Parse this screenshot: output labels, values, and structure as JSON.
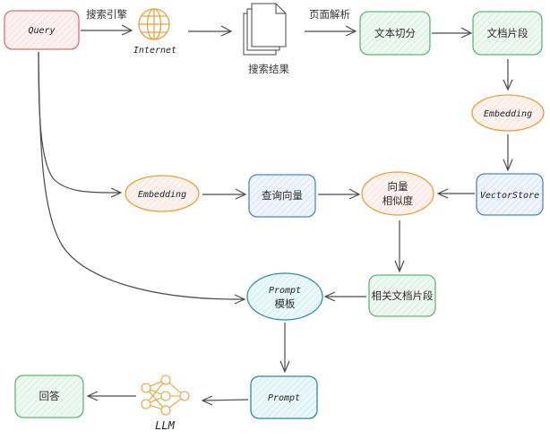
{
  "colors": {
    "query_stroke": "#e06c6c",
    "query_fill": "#fdecec",
    "green_stroke": "#5fb872",
    "green_fill": "#eaf8ec",
    "orange_stroke": "#e8a23a",
    "orange_fill": "#fdf0ea",
    "blue_stroke": "#4f86c6",
    "blue_fill": "#e7f1fb",
    "teal_stroke": "#2e8c9a",
    "teal_fill": "#e3f5f7",
    "icon_orange": "#e8a23a",
    "edge": "#4a4a4a"
  },
  "nodes": {
    "query": "Query",
    "internet": "Internet",
    "search_results": "搜索结果",
    "text_split": "文本切分",
    "doc_chunks": "文档片段",
    "embedding_store": "Embedding",
    "vector_store": "VectorStore",
    "similarity_line1": "向量",
    "similarity_line2": "相似度",
    "query_vector": "查询向量",
    "embedding_query": "Embedding",
    "related_chunks": "相关文档片段",
    "prompt_template_line1": "Prompt",
    "prompt_template_line2": "模板",
    "prompt": "Prompt",
    "llm": "LLM",
    "answer": "回答"
  },
  "edge_labels": {
    "search_engine": "搜索引擎",
    "page_parse": "页面解析"
  },
  "icons": {
    "internet": "globe-icon",
    "search_results": "documents-icon",
    "llm": "neural-network-icon"
  }
}
